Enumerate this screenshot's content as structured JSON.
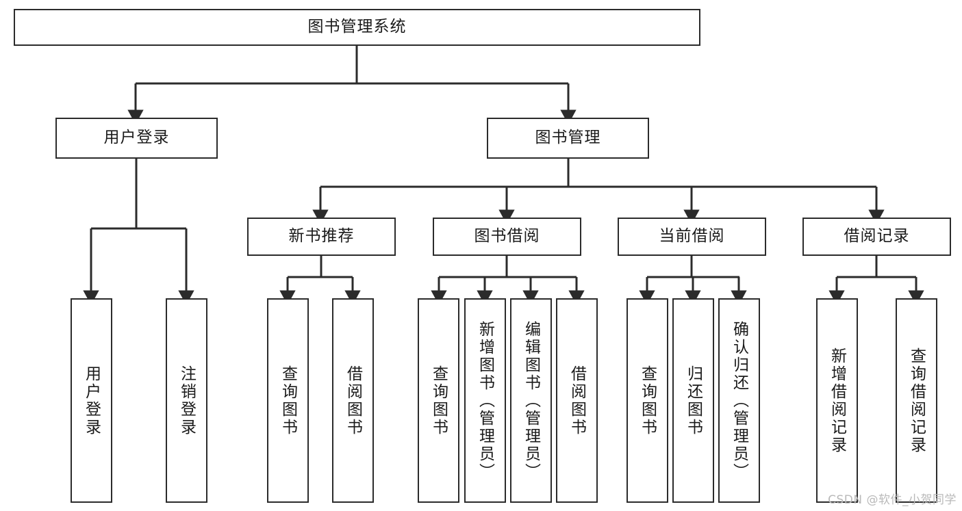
{
  "diagram": {
    "title": "图书管理系统",
    "type": "functional-structure-tree",
    "root": {
      "label": "图书管理系统"
    },
    "level1": [
      {
        "label": "用户登录"
      },
      {
        "label": "图书管理"
      }
    ],
    "level2": [
      {
        "label": "新书推荐"
      },
      {
        "label": "图书借阅"
      },
      {
        "label": "当前借阅"
      },
      {
        "label": "借阅记录"
      }
    ],
    "leaves": {
      "user_login": [
        {
          "label": "用户登录"
        },
        {
          "label": "注销登录"
        }
      ],
      "new_book_recommend": [
        {
          "label": "查询图书"
        },
        {
          "label": "借阅图书"
        }
      ],
      "book_borrow": [
        {
          "label": "查询图书"
        },
        {
          "label": "新增图书（管理员）"
        },
        {
          "label": "编辑图书（管理员）"
        },
        {
          "label": "借阅图书"
        }
      ],
      "current_borrow": [
        {
          "label": "查询图书"
        },
        {
          "label": "归还图书"
        },
        {
          "label": "确认归还（管理员）"
        }
      ],
      "borrow_record": [
        {
          "label": "新增借阅记录"
        },
        {
          "label": "查询借阅记录"
        }
      ]
    }
  },
  "colors": {
    "border": "#2b2b2b",
    "text": "#1a1a1a",
    "background": "#ffffff",
    "watermark": "#b9b9b9"
  },
  "watermark": {
    "text": "CSDN @软件_小贺同学"
  }
}
